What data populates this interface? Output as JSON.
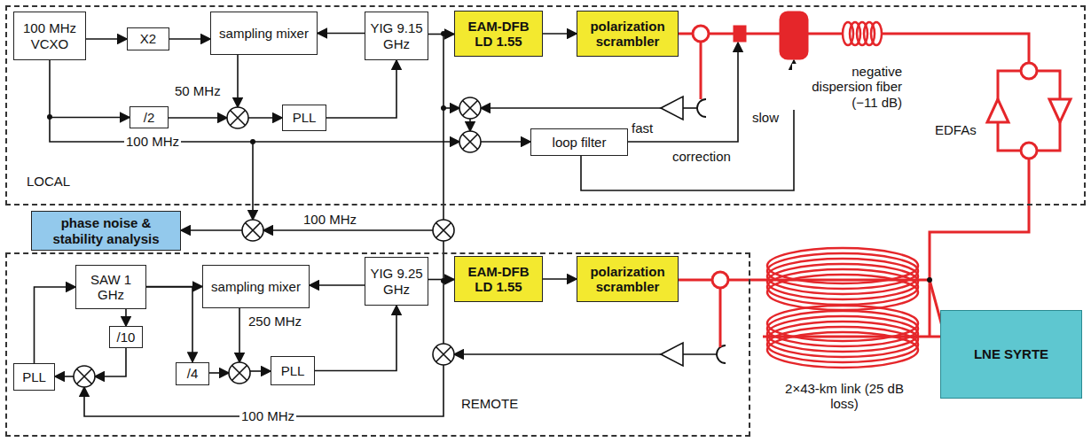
{
  "diagram": {
    "nodes": [
      {
        "text": [
          "LOCAL"
        ]
      },
      {
        "text": [
          "100 MHz VCXO"
        ],
        "in": 0
      },
      {
        "text": [
          "X2"
        ],
        "in": 0
      },
      {
        "text": [
          "sampling mixer"
        ],
        "in": 0
      },
      {
        "text": [
          "YIG 9.15 GHz"
        ],
        "in": 0
      },
      {
        "text": [
          "EAM-DFB LD 1.55"
        ],
        "in": 0
      },
      {
        "text": [
          "polarization scrambler"
        ],
        "in": 0
      },
      {
        "text": [
          "/2"
        ],
        "in": 0
      },
      {
        "text": [
          "PLL"
        ],
        "in": 0
      },
      {
        "text": [
          "loop filter"
        ],
        "in": 0
      },
      {
        "text": [
          "phase noise & stability analysis"
        ]
      },
      {
        "text": [
          "REMOTE"
        ]
      },
      {
        "text": [
          "SAW 1 GHz"
        ],
        "in": 11
      },
      {
        "text": [
          "sampling mixer"
        ],
        "in": 11
      },
      {
        "text": [
          "YIG 9.25 GHz"
        ],
        "in": 11
      },
      {
        "text": [
          "EAM-DFB LD 1.55"
        ],
        "in": 11
      },
      {
        "text": [
          "polarization scrambler"
        ],
        "in": 11
      },
      {
        "text": [
          "PLL"
        ],
        "in": 11
      },
      {
        "text": [
          "/10"
        ],
        "in": 11
      },
      {
        "text": [
          "/4"
        ],
        "in": 11
      },
      {
        "text": [
          "PLL"
        ],
        "in": 11
      },
      {
        "text": [
          "LNE SYRTE"
        ]
      }
    ],
    "edges": [
      {
        "from": 1,
        "to": 2,
        "arrow": "to"
      },
      {
        "from": 2,
        "to": 3,
        "arrow": "to"
      },
      {
        "from": 4,
        "to": 3,
        "arrow": "to"
      },
      {
        "from": 4,
        "to": 5,
        "arrow": "to"
      },
      {
        "from": 5,
        "to": 6,
        "arrow": "to"
      },
      {
        "from": 8,
        "to": 4,
        "arrow": "to"
      },
      {
        "from": 1,
        "to": 7,
        "arrow": "to"
      },
      {
        "from": 12,
        "to": 13,
        "arrow": "to"
      },
      {
        "from": 14,
        "to": 13,
        "arrow": "to"
      },
      {
        "from": 14,
        "to": 15,
        "arrow": "to"
      },
      {
        "from": 15,
        "to": 16,
        "arrow": "to"
      },
      {
        "from": 20,
        "to": 14,
        "arrow": "to"
      },
      {
        "from": 17,
        "to": 12,
        "arrow": "to"
      },
      {
        "from": 12,
        "to": 18,
        "arrow": "to"
      },
      {
        "from": 12,
        "to": 19,
        "arrow": "to"
      }
    ],
    "labels": [
      "50 MHz",
      "100 MHz",
      "fast",
      "correction",
      "slow",
      "negative dispersion fiber (−11 dB)",
      "EDFAs",
      "100 MHz",
      "250 MHz",
      "100 MHz",
      "2×43-km link (25 dB loss)"
    ]
  }
}
